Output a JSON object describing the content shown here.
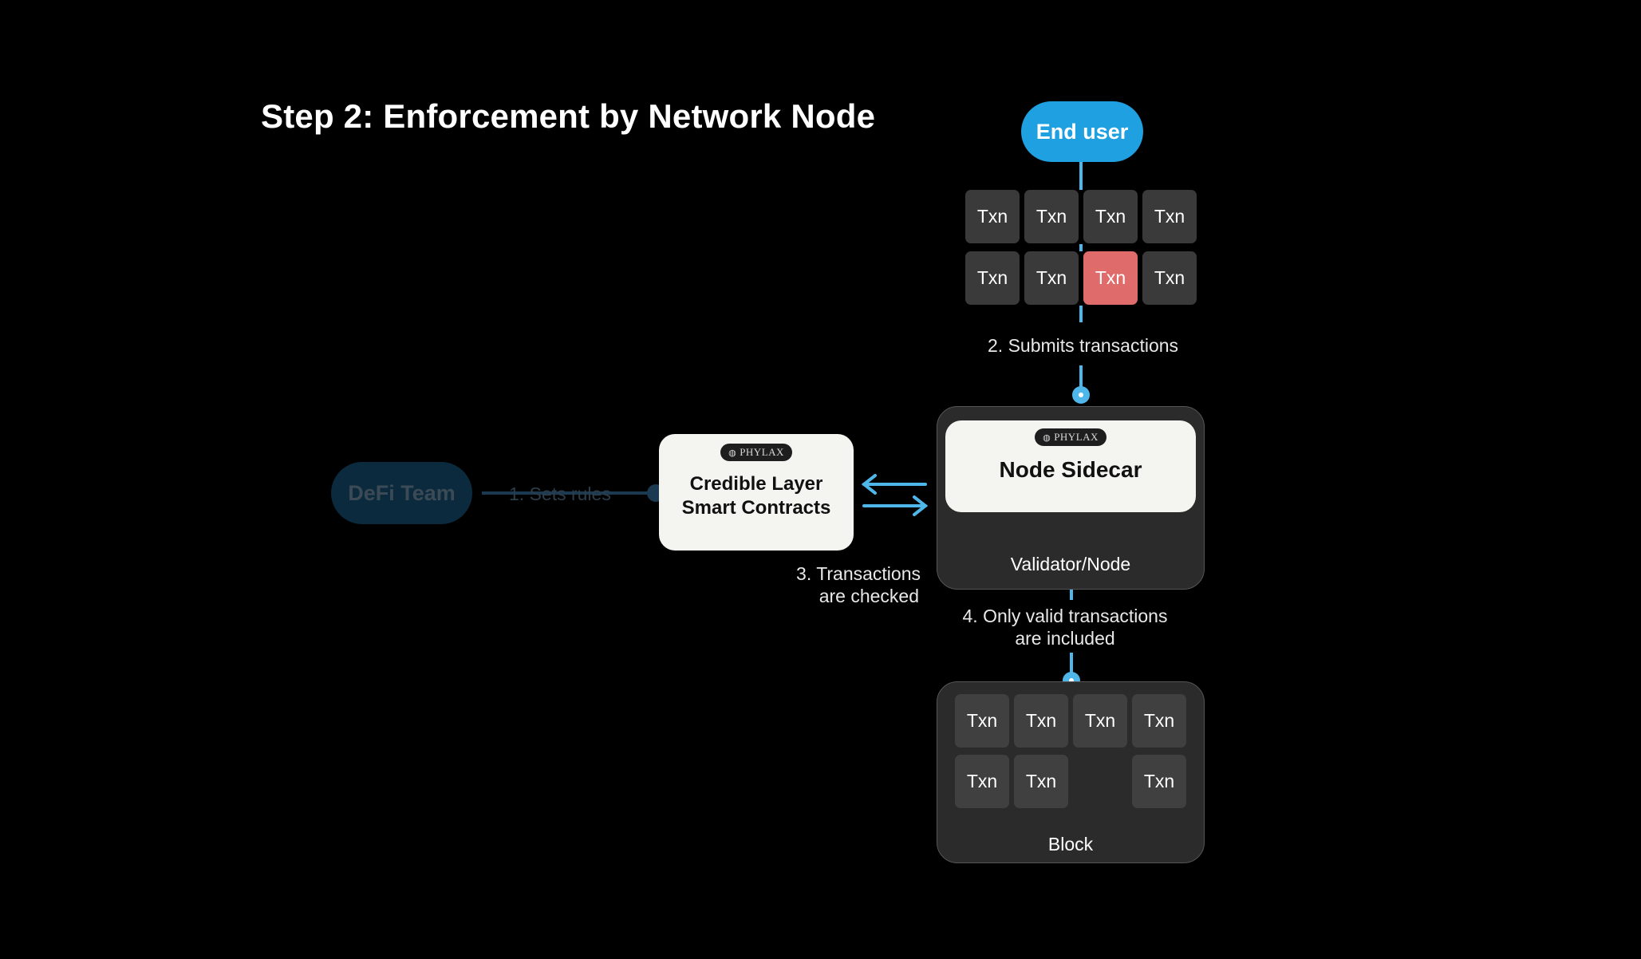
{
  "title": "Step 2: Enforcement by Network Node",
  "end_user": "End user",
  "defi_team": "DeFi Team",
  "txn_label": "Txn",
  "step1": "1. Sets rules",
  "step2": "2. Submits transactions",
  "step3_line1": "3. Transactions",
  "step3_line2": "are checked",
  "step4_line1": "4. Only valid transactions",
  "step4_line2": "are included",
  "credible": {
    "badge": "PHYLAX",
    "line1": "Credible Layer",
    "line2": "Smart Contracts"
  },
  "sidecar": {
    "badge": "PHYLAX",
    "title": "Node Sidecar"
  },
  "validator_label": "Validator/Node",
  "block_label": "Block",
  "queue_rejected_index": 6,
  "block_empty_index": 6,
  "colors": {
    "accent": "#1fa0e0",
    "connector": "#4fb6ea",
    "rejected": "#e06b6b",
    "background": "#000000"
  }
}
